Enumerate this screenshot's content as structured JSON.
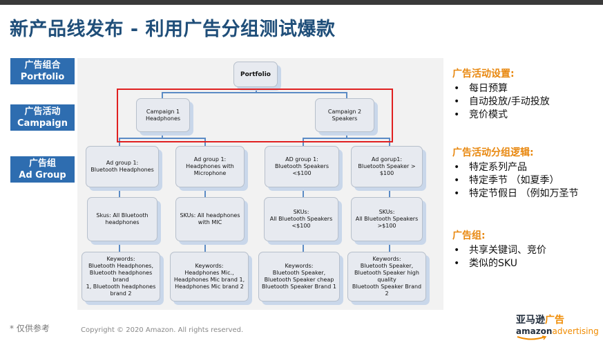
{
  "title": "新产品线发布 - 利用广告分组测试爆款",
  "tiers": [
    {
      "cn": "广告组合",
      "en": "Portfolio"
    },
    {
      "cn": "广告活动",
      "en": "Campaign"
    },
    {
      "cn": "广告组",
      "en": "Ad Group"
    }
  ],
  "diagram": {
    "portfolio": "Portfolio",
    "campaigns": [
      {
        "l1": "Campaign 1",
        "l2": "Headphones"
      },
      {
        "l1": "Campaign 2",
        "l2": "Speakers"
      }
    ],
    "ad_groups": [
      {
        "l1": "Ad group 1:",
        "l2": "Bluetooth Headphones",
        "l3": ""
      },
      {
        "l1": "Ad group 1:",
        "l2": "Headphones with",
        "l3": "Microphone"
      },
      {
        "l1": "AD group 1:",
        "l2": "Bluetooth Speakers",
        "l3": "<$100"
      },
      {
        "l1": "Ad gorup1:",
        "l2": "Bluetooth Speaker >",
        "l3": "$100"
      }
    ],
    "skus": [
      {
        "l1": "Skus: All Bluetooth",
        "l2": "headphones",
        "l3": ""
      },
      {
        "l1": "SKUs: All headphones",
        "l2": "with MIC",
        "l3": ""
      },
      {
        "l1": "SKUs:",
        "l2": "All Bluetooth Speakers",
        "l3": "<$100"
      },
      {
        "l1": "SKUs:",
        "l2": "All Bluetooth Speakers",
        "l3": ">$100"
      }
    ],
    "keywords": [
      {
        "lines": [
          "Keywords:",
          "Bluetooth Headphones,",
          "Bluetooth headphones brand",
          "1, Bluetooth headphones",
          "brand 2"
        ]
      },
      {
        "lines": [
          "Keywords:",
          "Headphones Mic.,",
          "Headphones Mic brand 1,",
          "Headphones Mic brand 2"
        ]
      },
      {
        "lines": [
          "Keywords:",
          "Bluetooth Speaker,",
          "Bluetooth Speaker cheap",
          "Bluetooth Speaker Brand 1"
        ]
      },
      {
        "lines": [
          "Keywords:",
          "Bluetooth Speaker,",
          "Bluetooth Speaker high",
          "quality",
          "Bluetooth Speaker Brand 2"
        ]
      }
    ]
  },
  "right": {
    "s1": {
      "heading": "广告活动设置:",
      "items": [
        "每日预算",
        "自动投放/手动投放",
        "竞价模式"
      ]
    },
    "s2": {
      "heading": "广告活动分组逻辑:",
      "items": [
        "特定系列产品",
        "特定季节 （如夏季）",
        "特定节假日 （例如万圣节"
      ]
    },
    "s3": {
      "heading": "广告组:",
      "items": [
        "共享关键词、竞价",
        "类似的SKU"
      ]
    }
  },
  "footnote": "* 仅供参考",
  "copyright": "Copyright © 2020 Amazon. All rights reserved.",
  "logo": {
    "cn_brand": "亚马逊",
    "cn_ad": "广告",
    "en_brand": "amazon",
    "en_ad": "advertising"
  }
}
